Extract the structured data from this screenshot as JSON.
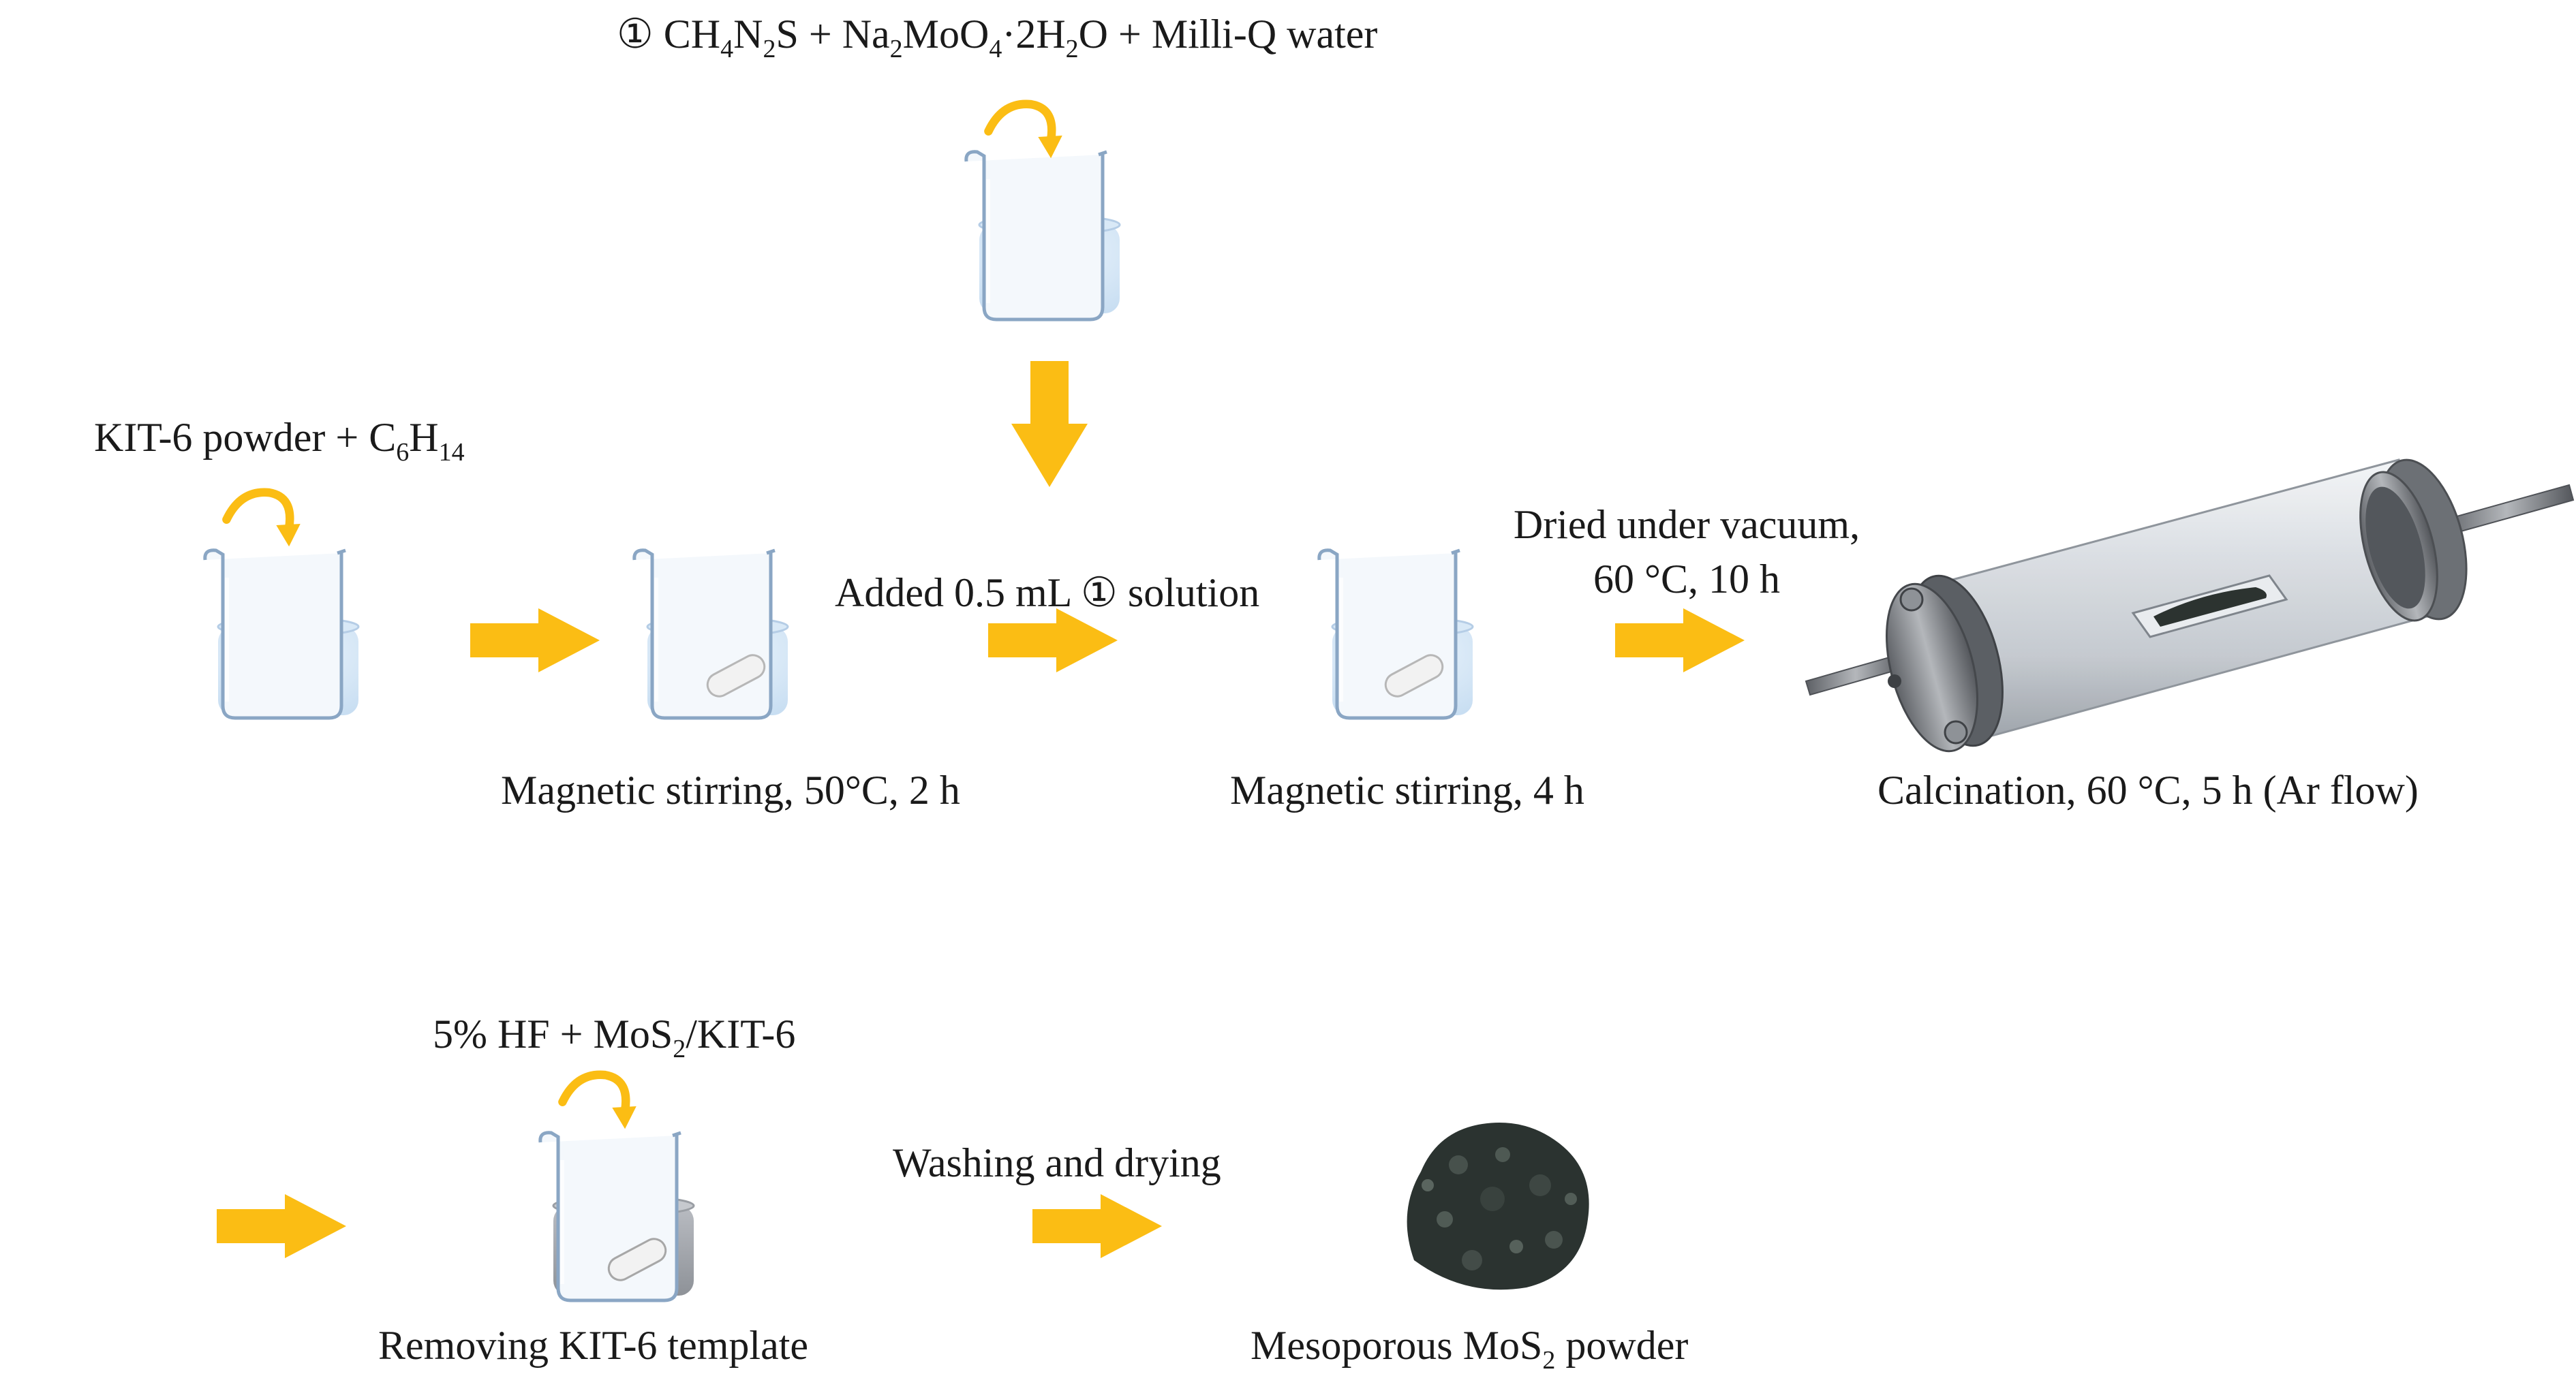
{
  "labels": {
    "precursor_prefix": "① CH",
    "kit6_prefix": "KIT-6 powder + C",
    "hf_prefix": "5% HF + MoS",
    "added_solution": "Added 0.5 mL ① solution",
    "dried": "Dried under vacuum,",
    "dried_conditions": "60 °C, 10 h",
    "stir1": "Magnetic stirring, 50°C, 2 h",
    "stir2": "Magnetic stirring, 4 h",
    "calcination": "Calcination, 60 °C, 5 h (Ar flow)",
    "washing": "Washing and drying",
    "removing": "Removing KIT-6 template",
    "mesoporous_prefix": "Mesoporous MoS"
  },
  "formula_parts": {
    "ch_sub": "4",
    "n": "N",
    "n_sub": "2",
    "s_plus_na": "S + Na",
    "na_sub": "2",
    "moo": "MoO",
    "moo_sub": "4",
    "dot_h": "·2H",
    "h_sub": "2",
    "o_water": "O + Milli-Q water",
    "c_sub": "6",
    "h": "H",
    "h14_sub": "14",
    "mos2_sub": "2",
    "kit_suffix": "/KIT-6",
    "meso_sub": "2",
    "powder": " powder"
  },
  "colors": {
    "arrow": "#fbbd14",
    "liquid": "#d8e9f7",
    "liquid_gray": "#a8acb2",
    "beaker_edge": "#8aa6c4",
    "powder": "#2b3330",
    "tube_metal": "#7c7f84"
  }
}
